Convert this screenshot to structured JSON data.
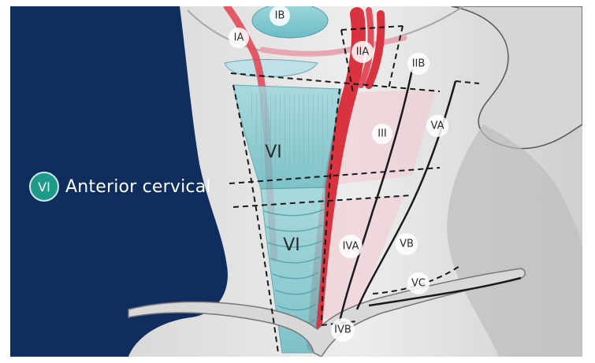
{
  "legend": {
    "badge": "VI",
    "label": "Anterior cervical"
  },
  "levels": {
    "IA": "IA",
    "IB": "IB",
    "IIA": "IIA",
    "IIB": "IIB",
    "III": "III",
    "VA": "VA",
    "VI_upper": "VI",
    "VI_lower": "VI",
    "IVA": "IVA",
    "VB": "VB",
    "VC": "VC",
    "IVB": "IVB"
  },
  "colors": {
    "background": "#0f2e5e",
    "skin": "#e6e6e6",
    "skin_shadow": "#bdbdbd",
    "artery": "#e0424f",
    "thyroid_trachea": "#7fc9cf",
    "zone_tint": "#f3c9d0",
    "badge": "#1f9a8a"
  }
}
